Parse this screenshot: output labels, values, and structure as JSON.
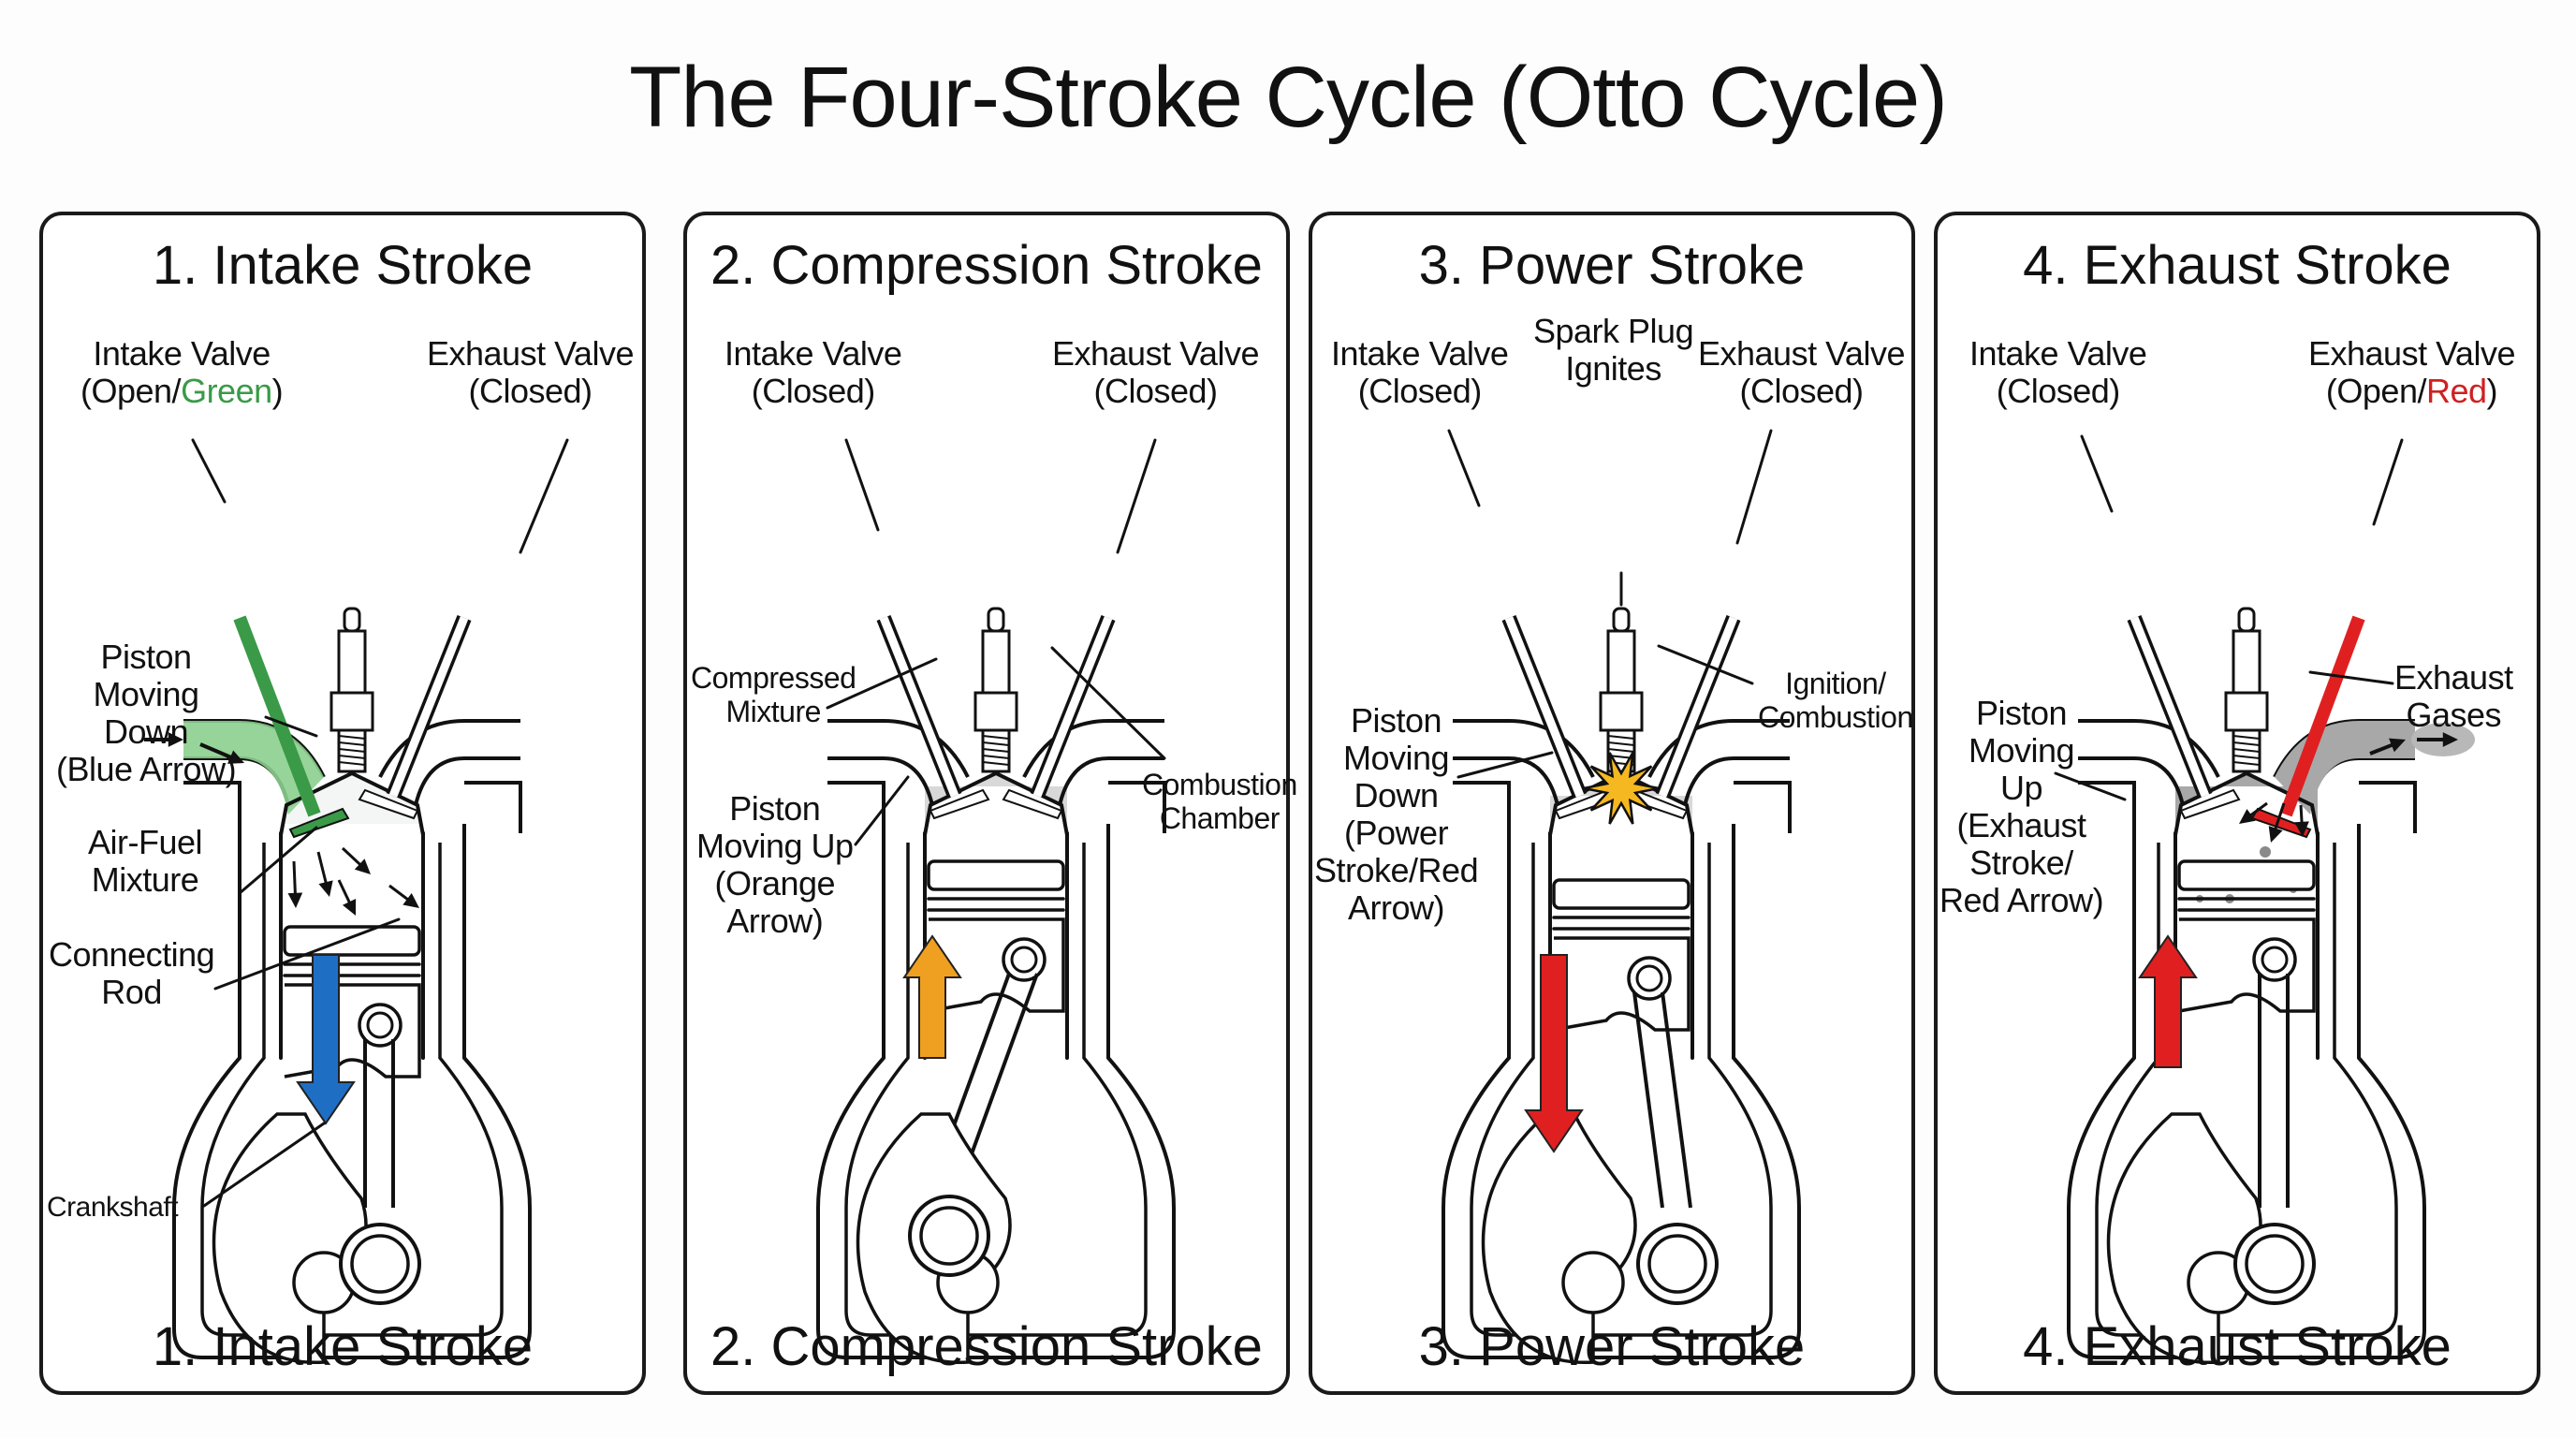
{
  "title": "The Four-Stroke Cycle (Otto Cycle)",
  "colors": {
    "intake_green": "#3a9a48",
    "intake_fill": "#8ccf8e",
    "compress_orange": "#f0a020",
    "power_red": "#e02020",
    "exhaust_red": "#e02020",
    "piston_blue": "#1e6fc4",
    "chamber_gray": "#d8d8d8",
    "exhaust_gas": "#a8a8a8",
    "spark_yellow": "#f5b820"
  },
  "panels": [
    {
      "id": "intake",
      "title": "1. Intake Stroke",
      "footer": "1. Intake Stroke",
      "labels": {
        "intake_valve": "Intake Valve",
        "intake_state_prefix": "(Open/",
        "intake_state_color": "Green",
        "intake_state_suffix": ")",
        "exhaust_valve": "Exhaust Valve",
        "exhaust_state": "(Closed)",
        "piston": [
          "Piston",
          "Moving",
          "Down",
          "(Blue Arrow)"
        ],
        "mixture": [
          "Air-Fuel",
          "Mixture"
        ],
        "rod": [
          "Connecting",
          "Rod"
        ],
        "crank": "Crankshaft"
      }
    },
    {
      "id": "compression",
      "title": "2. Compression Stroke",
      "footer": "2. Compression Stroke",
      "labels": {
        "intake_valve": "Intake Valve",
        "intake_state": "(Closed)",
        "exhaust_valve": "Exhaust Valve",
        "exhaust_state": "(Closed)",
        "compressed": [
          "Compressed",
          "Mixture"
        ],
        "piston": [
          "Piston",
          "Moving Up",
          "(Orange",
          "Arrow)"
        ],
        "chamber": [
          "Combustion",
          "Chamber"
        ]
      }
    },
    {
      "id": "power",
      "title": "3. Power Stroke",
      "footer": "3. Power Stroke",
      "labels": {
        "intake_valve": "Intake Valve",
        "intake_state": "(Closed)",
        "spark": [
          "Spark Plug",
          "Ignites"
        ],
        "exhaust_valve": "Exhaust Valve",
        "exhaust_state": "(Closed)",
        "ignition": [
          "Ignition/",
          "Combustion"
        ],
        "piston": [
          "Piston",
          "Moving",
          "Down",
          "(Power",
          "Stroke/Red",
          "Arrow)"
        ]
      }
    },
    {
      "id": "exhaust",
      "title": "4. Exhaust Stroke",
      "footer": "4. Exhaust Stroke",
      "labels": {
        "intake_valve": "Intake Valve",
        "intake_state": "(Closed)",
        "exhaust_valve": "Exhaust Valve",
        "exhaust_state_prefix": "(Open/",
        "exhaust_state_color": "Red",
        "exhaust_state_suffix": ")",
        "gases": [
          "Exhaust",
          "Gases"
        ],
        "piston": [
          "Piston",
          "Moving",
          "Up",
          "(Exhaust",
          "Stroke/",
          "Red Arrow)"
        ]
      }
    }
  ]
}
